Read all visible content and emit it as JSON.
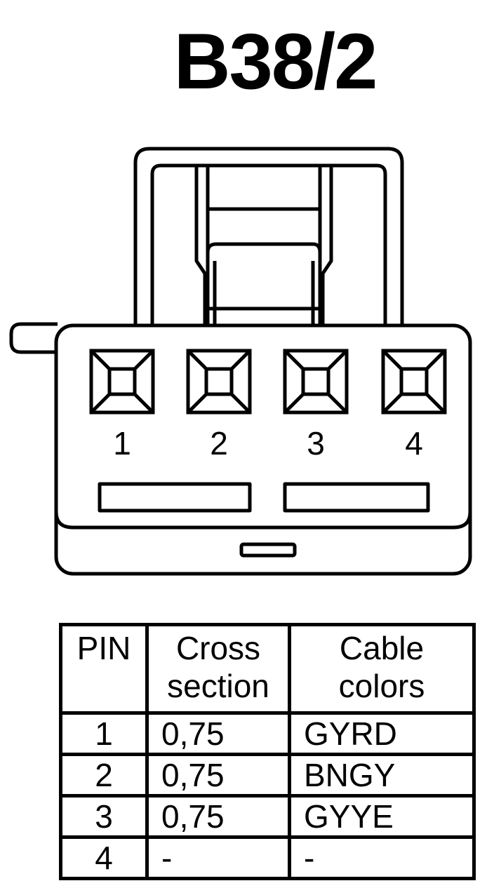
{
  "connector": {
    "title": "B38/2",
    "pins": [
      "1",
      "2",
      "3",
      "4"
    ]
  },
  "table": {
    "headers": {
      "pin": "PIN",
      "cross_line1": "Cross",
      "cross_line2": "section",
      "colors_line1": "Cable",
      "colors_line2": "colors"
    },
    "rows": [
      {
        "pin": "1",
        "cross": "0,75",
        "color": "GYRD"
      },
      {
        "pin": "2",
        "cross": "0,75",
        "color": "BNGY"
      },
      {
        "pin": "3",
        "cross": "0,75",
        "color": "GYYE"
      },
      {
        "pin": "4",
        "cross": "-",
        "color": "-"
      }
    ]
  }
}
